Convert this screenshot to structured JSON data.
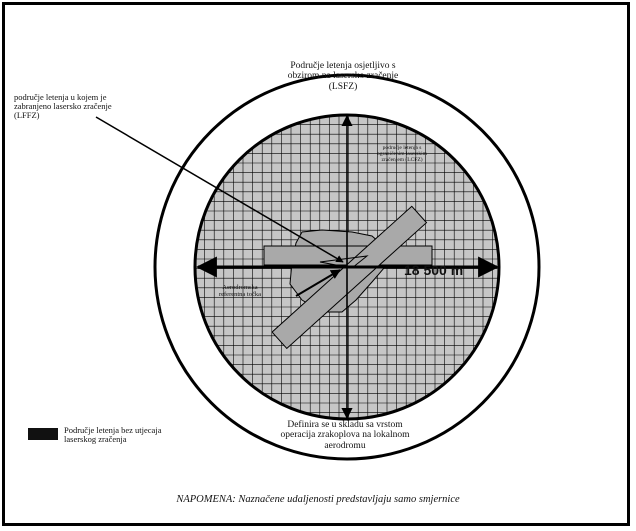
{
  "labels": {
    "lsfz": "Područje letenja osjetljivo s\nobzirom na lasersko zračenje\n(LSFZ)",
    "lffz": "područje letenja u kojem je\nzabranjeno lasersko zračenje\n(LFFZ)",
    "lcfz": "područje letenja s\nograničenim laserskim\nzračenjem (LCFZ)",
    "reference_point": "Aerodromska\nreferentna točka",
    "distance": "18 500 m",
    "definition": "Definira se u skladu sa vrstom\noperacija zrakoplova na lokalnom\naerodromu"
  },
  "legend": {
    "label": "Područje letenja bez utjecaja\nlaserskog zračenja",
    "color": "#111111"
  },
  "note": "NAPOMENA: Naznačene udaljenosti predstavljaju samo smjernice",
  "colors": {
    "grid": "#000000",
    "zone_fill": "#c6c6c6",
    "runway_fill": "#a9a9a9"
  }
}
